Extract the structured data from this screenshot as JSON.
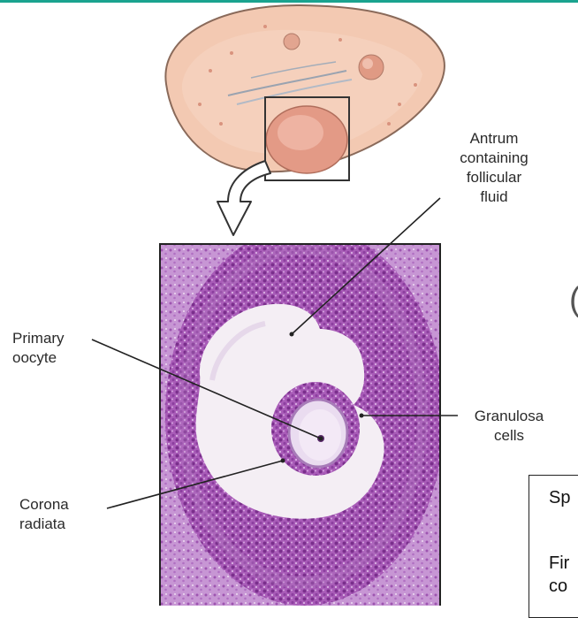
{
  "labels": {
    "antrum": "Antrum\ncontaining\nfollicular\nfluid",
    "primary_oocyte": "Primary\noocyte",
    "granulosa": "Granulosa\ncells",
    "corona": "Corona\nradiata"
  },
  "side_panel": {
    "line1": "Sp",
    "line2": "Fir",
    "line3": "co",
    "paren": "("
  },
  "colors": {
    "accent_bar": "#1aa38f",
    "ovary_fill": "#f2c8b0",
    "ovary_outline": "#8a6a5a",
    "follicle_fill": "#e39a86",
    "stain_dark": "#8a3d9c",
    "stain_light": "#c79ad6"
  }
}
